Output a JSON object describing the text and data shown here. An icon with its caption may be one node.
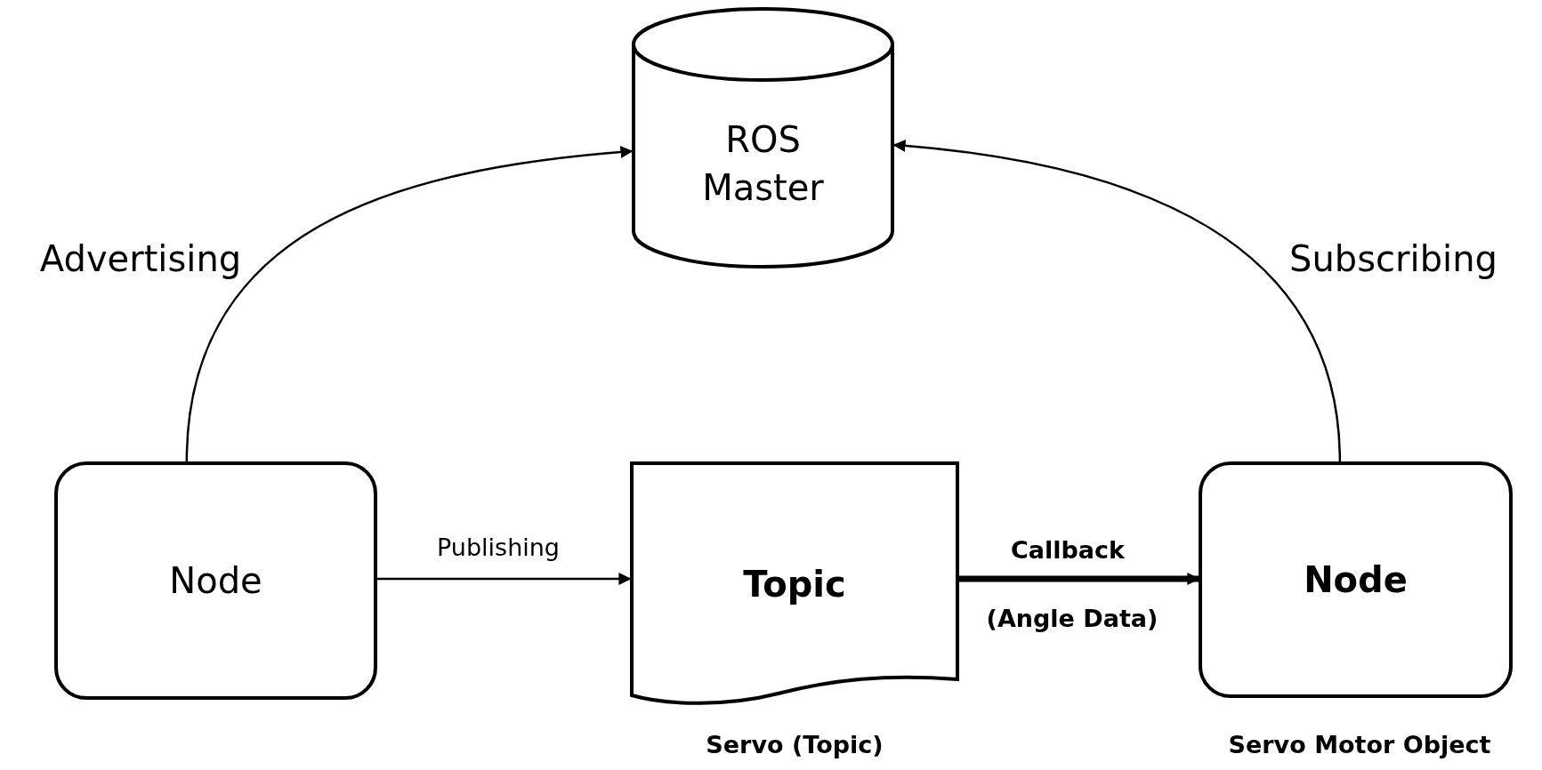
{
  "diagram": {
    "nodes": [
      {
        "text": [
          "ROS Master"
        ]
      },
      {
        "text": [
          "Node"
        ]
      },
      {
        "text": [
          "Topic"
        ],
        "beside": [
          "Servo (Topic)"
        ]
      },
      {
        "text": [
          "Node"
        ],
        "beside": [
          "Servo Motor Object"
        ]
      }
    ],
    "edges": [
      {
        "from": 1,
        "to": 0,
        "arrow": "to",
        "label": "Advertising"
      },
      {
        "from": 3,
        "to": 0,
        "arrow": "to",
        "label": "Subscribing"
      },
      {
        "from": 1,
        "to": 2,
        "arrow": "to",
        "label": "Publishing"
      },
      {
        "from": 2,
        "to": 3,
        "arrow": "to",
        "label": "Callback",
        "style": "thick"
      }
    ],
    "labels": [
      "(Angle Data)"
    ]
  }
}
